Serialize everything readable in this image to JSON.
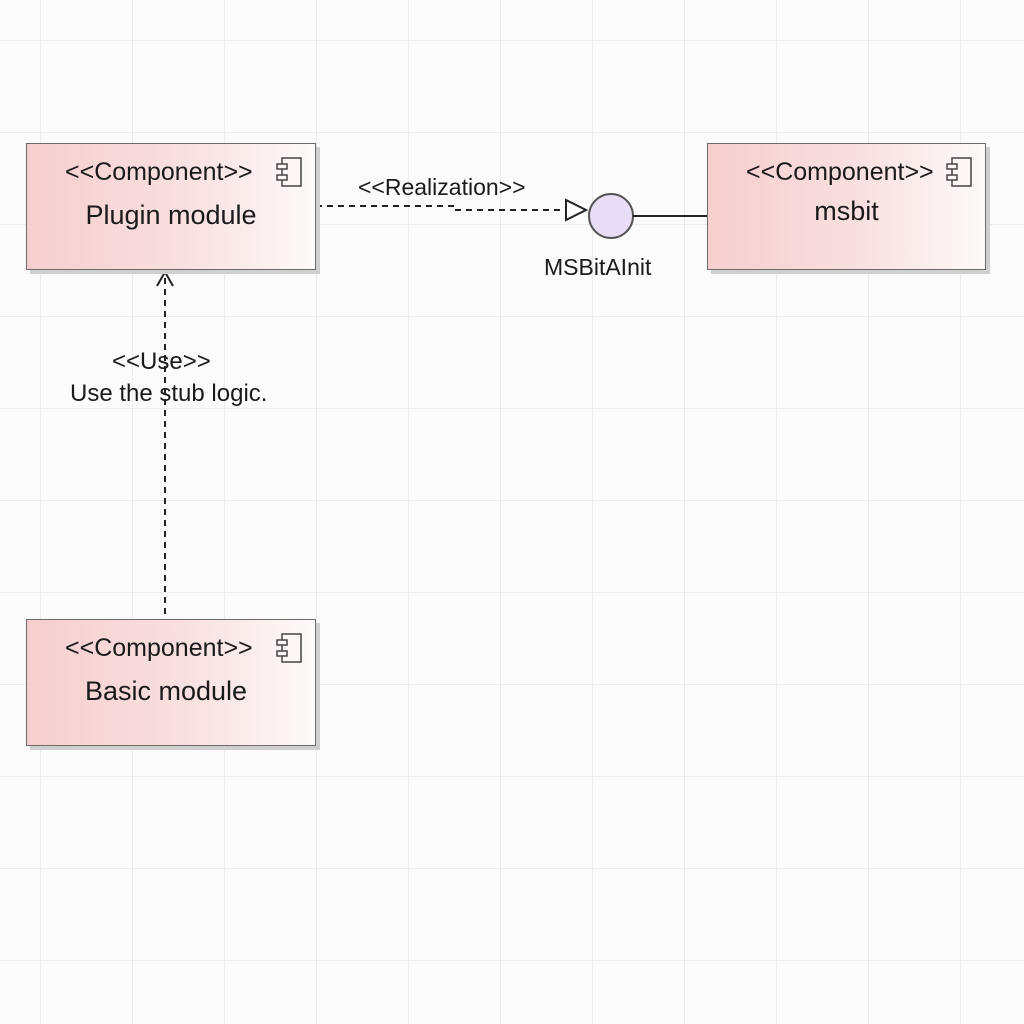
{
  "diagram": {
    "components": {
      "plugin": {
        "stereotype": "<<Component>>",
        "name": "Plugin module"
      },
      "msbit": {
        "stereotype": "<<Component>>",
        "name": "msbit"
      },
      "basic": {
        "stereotype": "<<Component>>",
        "name": "Basic module"
      }
    },
    "interface": {
      "name": "MSBitAInit"
    },
    "realization": {
      "label": "<<Realization>>"
    },
    "use_dependency": {
      "stereotype": "<<Use>>",
      "note": "Use the stub logic."
    }
  },
  "colors": {
    "component_fill_start": "#f6cece",
    "component_fill_end": "#fdfafa",
    "component_border": "#6b6b6b",
    "interface_fill": "#e8def7",
    "line": "#222222",
    "grid": "#ececec"
  }
}
